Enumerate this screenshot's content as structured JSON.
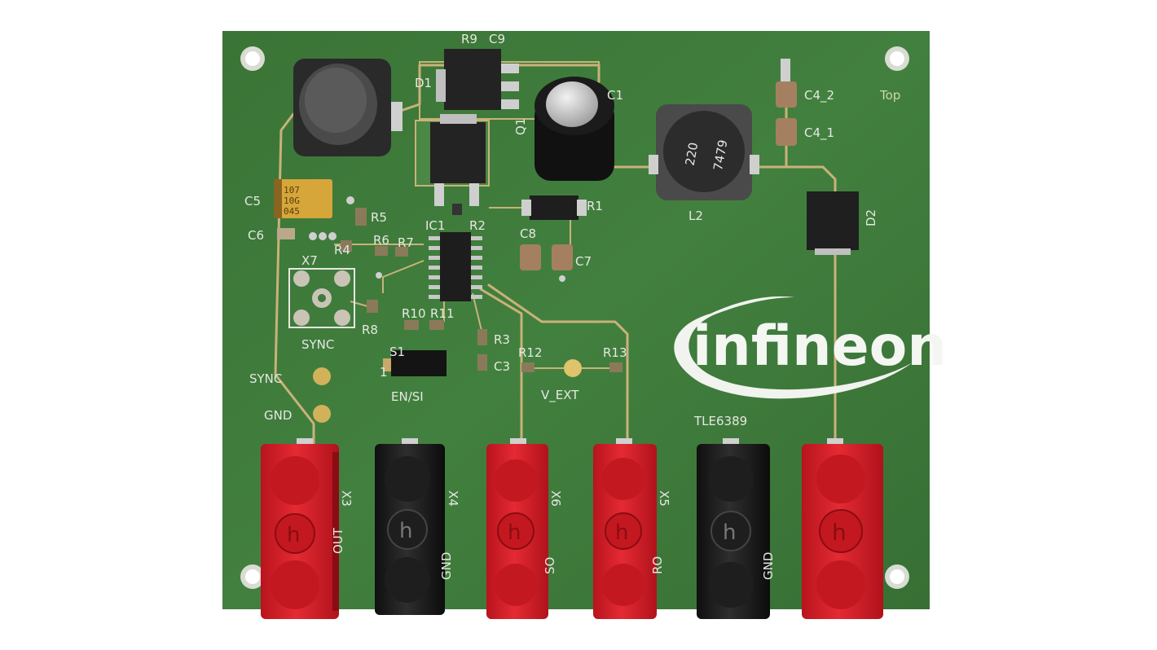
{
  "brand": {
    "logo_text": "infineon",
    "board_part": "TLE6389",
    "side_label": "Top"
  },
  "component_labels": {
    "r9": "R9",
    "c9": "C9",
    "d1": "D1",
    "c1": "C1",
    "q1": "Q1",
    "c4_2": "C4_2",
    "c4_1": "C4_1",
    "c5": "C5",
    "c6": "C6",
    "r5": "R5",
    "r4": "R4",
    "r6": "R6",
    "r7": "R7",
    "ic1": "IC1",
    "r2": "R2",
    "r1": "R1",
    "l2": "L2",
    "d2": "D2",
    "c8": "C8",
    "c7": "C7",
    "x7": "X7",
    "r8": "R8",
    "r10": "R10",
    "r11": "R11",
    "r3": "R3",
    "c3": "C3",
    "r12": "R12",
    "r13": "R13",
    "s1": "S1",
    "s1_pin": "1"
  },
  "net_labels": {
    "sync_block": "SYNC",
    "sync_pin": "SYNC",
    "gnd_pin": "GND",
    "en_si": "EN/SI",
    "v_ext": "V_EXT"
  },
  "connectors": [
    {
      "id": "x3",
      "ref": "X3",
      "net": "OUT",
      "color": "#d8202a"
    },
    {
      "id": "x4",
      "ref": "X4",
      "net": "GND",
      "color": "#1c1c1c"
    },
    {
      "id": "x6",
      "ref": "X6",
      "net": "SO",
      "color": "#d8202a"
    },
    {
      "id": "x5",
      "ref": "X5",
      "net": "RO",
      "color": "#d8202a"
    },
    {
      "id": "x2",
      "ref": "",
      "net": "GND",
      "color": "#1c1c1c"
    },
    {
      "id": "x1",
      "ref": "",
      "net": "",
      "color": "#d8202a"
    }
  ],
  "part_markings": {
    "cap_c5": [
      "107",
      "10G",
      "045"
    ],
    "inductor_l2": [
      "220",
      "7479"
    ]
  },
  "colors": {
    "pcb": "#3f7a3c",
    "copper_trace": "#c9b27a",
    "silkscreen": "#e6e8e2",
    "red_jack": "#d8202a",
    "black_jack": "#1c1c1c"
  },
  "icons": [
    "infineon-swoosh-icon",
    "jack-logo-icon"
  ]
}
